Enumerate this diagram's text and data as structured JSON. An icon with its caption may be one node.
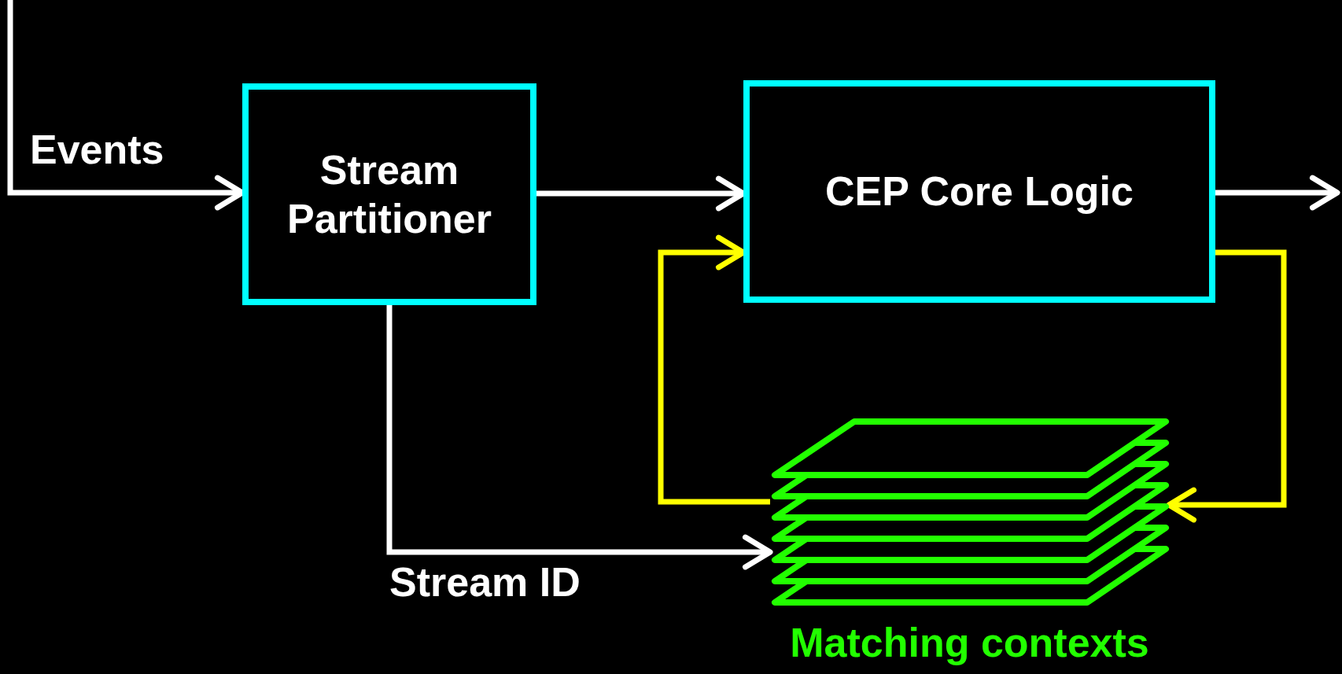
{
  "diagram": {
    "nodes": [
      {
        "text": [
          "Stream Partitioner"
        ]
      },
      {
        "text": [
          "CEP Core Logic"
        ]
      },
      {
        "text": [
          "Matching contexts"
        ]
      }
    ],
    "edges": [
      {
        "from": null,
        "to": 0,
        "arrow": "to",
        "label": "Events"
      },
      {
        "from": 0,
        "to": 1,
        "arrow": "to"
      },
      {
        "from": 1,
        "to": null,
        "arrow": "to"
      },
      {
        "from": 1,
        "to": 2,
        "arrow": "to",
        "color": "#ffff00"
      },
      {
        "from": 2,
        "to": 1,
        "arrow": "to",
        "color": "#ffff00"
      },
      {
        "from": 0,
        "to": 2,
        "arrow": "to",
        "label": "Stream ID"
      }
    ]
  }
}
